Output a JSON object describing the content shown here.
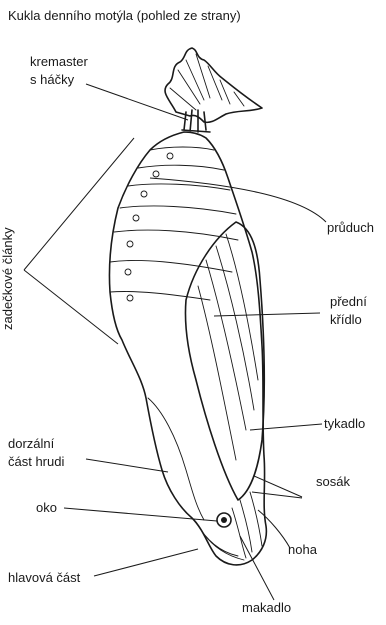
{
  "title": "Kukla denního motýla (pohled ze strany)",
  "labels": {
    "kremaster": [
      "kremaster",
      "s háčky"
    ],
    "pruduch": "průduch",
    "zadeckove_clanky": "zadečkové články",
    "predni_kridlo": [
      "přední",
      "křídlo"
    ],
    "tykadlo": "tykadlo",
    "dorzalni": [
      "dorzální",
      "část hrudi"
    ],
    "sosak": "sosák",
    "oko": "oko",
    "noha": "noha",
    "hlavova_cast": "hlavová část",
    "makadlo": "makadlo"
  },
  "icons": {
    "pupa": "butterfly-pupa-illustration"
  }
}
